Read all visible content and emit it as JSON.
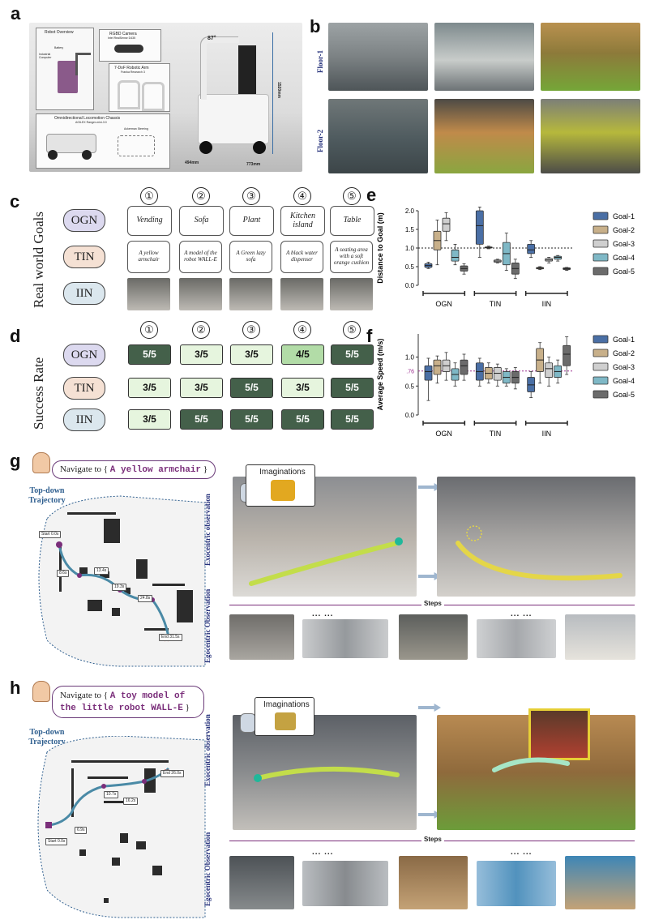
{
  "panels": {
    "a": "a",
    "b": "b",
    "c": "c",
    "d": "d",
    "e": "e",
    "f": "f",
    "g": "g",
    "h": "h"
  },
  "panel_a": {
    "robot_overview": "Robot Overview",
    "camera_title": "RGBD Camera",
    "camera_model": "Intel RealSense D435",
    "arm_title": "7-DoF Robotic Arm",
    "arm_model": "Franka Research 3",
    "chassis_title": "Omnidirectional Locomotion Chassis",
    "chassis_model": "AGILEX Ranger-mini-3.0",
    "industrial": "Industrial Computer",
    "battery": "Battery",
    "angle": "87°",
    "height": "1520mm",
    "width": "494mm",
    "depth": "773mm",
    "steering": "Ackerman Steering"
  },
  "panel_b": {
    "floor1": "Floor-1",
    "floor2": "Floor-2"
  },
  "panel_c": {
    "side_label": "Real world Goals",
    "nums": [
      "①",
      "②",
      "③",
      "④",
      "⑤"
    ],
    "rows": [
      "OGN",
      "TIN",
      "IIN"
    ],
    "ogn": [
      "Vending",
      "Sofa",
      "Plant",
      "Kitchen island",
      "Table"
    ],
    "tin": [
      "A yellow armchair",
      "A model of the robot WALL-E",
      "A Green lazy sofa",
      "A black water dispenser",
      "A seating area with a soft orange cushion"
    ]
  },
  "panel_d": {
    "side_label": "Success Rate",
    "nums": [
      "①",
      "②",
      "③",
      "④",
      "⑤"
    ],
    "rows": [
      "OGN",
      "TIN",
      "IIN"
    ],
    "values": [
      [
        "5/5",
        "3/5",
        "3/5",
        "4/5",
        "5/5"
      ],
      [
        "3/5",
        "3/5",
        "5/5",
        "3/5",
        "5/5"
      ],
      [
        "3/5",
        "5/5",
        "5/5",
        "5/5",
        "5/5"
      ]
    ],
    "colors": {
      "5/5": "#44604a",
      "4/5": "#b2dca7",
      "3/5": "#e6f5de"
    }
  },
  "chart_data": [
    {
      "type": "box",
      "id": "e",
      "ylabel": "Distance to Goal (m)",
      "ylim": [
        0,
        2.0
      ],
      "yticks": [
        0.0,
        0.5,
        1.0,
        1.5,
        2.0
      ],
      "reference_line": 1.0,
      "reference_label": "",
      "groups": [
        "OGN",
        "TIN",
        "IIN"
      ],
      "series_names": [
        "Goal-1",
        "Goal-2",
        "Goal-3",
        "Goal-4",
        "Goal-5"
      ],
      "colors": [
        "#4a6fa5",
        "#c8b08a",
        "#cfcfcf",
        "#7fb8c6",
        "#6b6b6b"
      ],
      "boxes": [
        [
          [
            0.45,
            0.48,
            0.53,
            0.58,
            0.62
          ],
          [
            0.55,
            0.95,
            1.2,
            1.45,
            1.75
          ],
          [
            1.2,
            1.45,
            1.65,
            1.8,
            1.95
          ],
          [
            0.55,
            0.65,
            0.75,
            0.95,
            1.1
          ],
          [
            0.3,
            0.38,
            0.45,
            0.52,
            0.58
          ]
        ],
        [
          [
            0.75,
            1.1,
            1.6,
            2.0,
            2.1
          ],
          [
            0.98,
            1.0,
            1.01,
            1.03,
            1.05
          ],
          [
            0.6,
            0.62,
            0.65,
            0.68,
            0.7
          ],
          [
            0.4,
            0.55,
            0.85,
            1.15,
            1.4
          ],
          [
            0.18,
            0.3,
            0.45,
            0.6,
            0.7
          ]
        ],
        [
          [
            0.75,
            0.85,
            0.95,
            1.1,
            1.2
          ],
          [
            0.42,
            0.44,
            0.46,
            0.48,
            0.5
          ],
          [
            0.6,
            0.65,
            0.68,
            0.72,
            0.75
          ],
          [
            0.65,
            0.7,
            0.75,
            0.78,
            0.8
          ],
          [
            0.4,
            0.42,
            0.45,
            0.47,
            0.48
          ]
        ]
      ]
    },
    {
      "type": "box",
      "id": "f",
      "ylabel": "Average Speed (m/s)",
      "ylim": [
        0,
        1.4
      ],
      "yticks": [
        0.0,
        0.5,
        1.0
      ],
      "reference_line": 0.76,
      "reference_label": ".76",
      "groups": [
        "OGN",
        "TIN",
        "IIN"
      ],
      "series_names": [
        "Goal-1",
        "Goal-2",
        "Goal-3",
        "Goal-4",
        "Goal-5"
      ],
      "colors": [
        "#4a6fa5",
        "#c8b08a",
        "#cfcfcf",
        "#7fb8c6",
        "#6b6b6b"
      ],
      "boxes": [
        [
          [
            0.25,
            0.6,
            0.75,
            0.85,
            0.98
          ],
          [
            0.55,
            0.7,
            0.85,
            0.95,
            1.02
          ],
          [
            0.6,
            0.75,
            0.85,
            0.95,
            1.08
          ],
          [
            0.5,
            0.6,
            0.7,
            0.8,
            0.9
          ],
          [
            0.6,
            0.7,
            0.85,
            0.95,
            1.05
          ]
        ],
        [
          [
            0.5,
            0.6,
            0.75,
            0.9,
            0.98
          ],
          [
            0.55,
            0.62,
            0.72,
            0.82,
            0.9
          ],
          [
            0.5,
            0.6,
            0.72,
            0.82,
            0.88
          ],
          [
            0.5,
            0.55,
            0.65,
            0.75,
            0.8
          ],
          [
            0.45,
            0.55,
            0.65,
            0.75,
            0.82
          ]
        ],
        [
          [
            0.3,
            0.4,
            0.52,
            0.65,
            0.75
          ],
          [
            0.55,
            0.75,
            0.95,
            1.15,
            1.25
          ],
          [
            0.5,
            0.65,
            0.8,
            0.9,
            1.0
          ],
          [
            0.55,
            0.65,
            0.75,
            0.85,
            0.95
          ],
          [
            0.7,
            0.85,
            1.05,
            1.2,
            1.35
          ]
        ]
      ]
    }
  ],
  "panel_g": {
    "nav_prefix": "Navigate to {",
    "nav_target": "A yellow armchair",
    "nav_suffix": "}",
    "topdown": "Top-down Trajectory",
    "imaginations": "Imaginations",
    "exo": "Exocentric observation",
    "ego": "Egocentric Observation",
    "steps": "Steps",
    "dots": "... ...",
    "times": [
      "Start 0.0s",
      "8.6s",
      "13.4s",
      "19.3s",
      "24.8s",
      "End 31.5s"
    ]
  },
  "panel_h": {
    "nav_prefix": "Navigate to {",
    "nav_target": "A toy model of the little robot WALL-E",
    "nav_suffix": "}",
    "topdown": "Top-down Trajectory",
    "imaginations": "Imaginations",
    "exo": "Exocentric observation",
    "ego": "Egocentric Observation",
    "steps": "Steps",
    "dots": "... ...",
    "times": [
      "Start 0.0s",
      "6.9s",
      "10.7s",
      "16.2s",
      "End 26.0s"
    ]
  }
}
